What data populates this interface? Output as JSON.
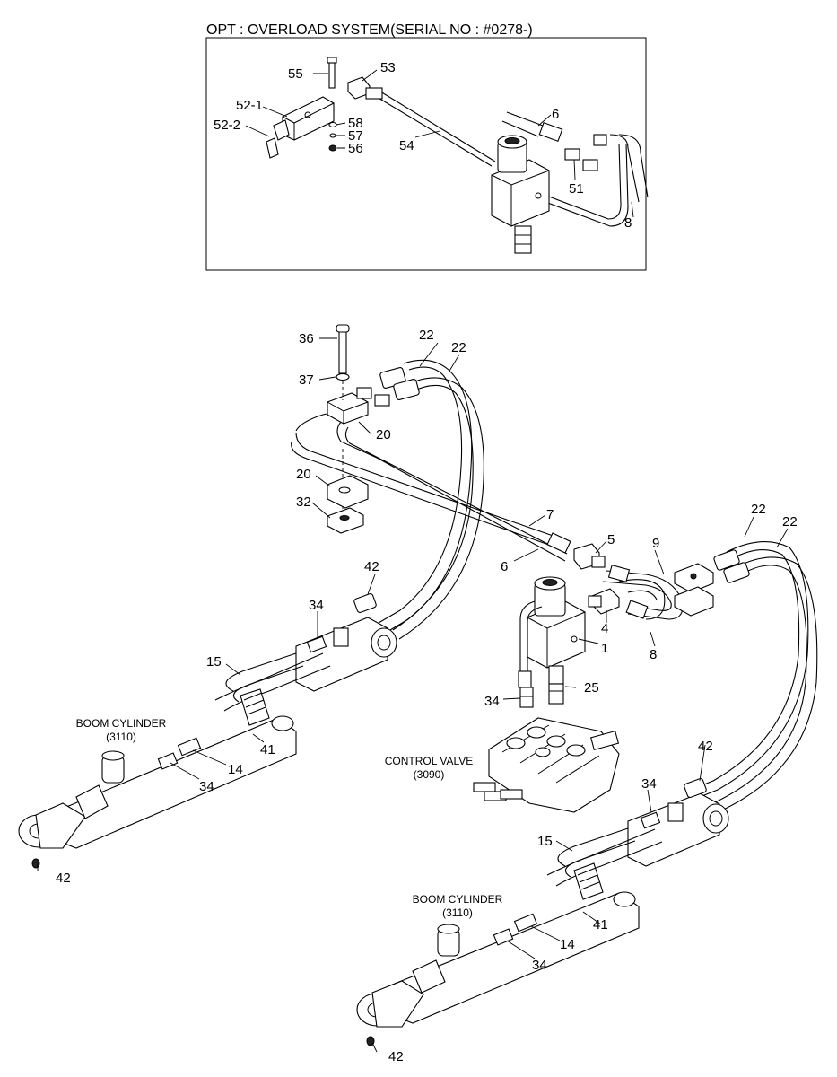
{
  "inset": {
    "title": "OPT : OVERLOAD SYSTEM(SERIAL NO : #0278-)",
    "labels": [
      "55",
      "53",
      "52-1",
      "52-2",
      "58",
      "57",
      "56",
      "54",
      "6",
      "51",
      "8"
    ]
  },
  "main": {
    "labels": [
      "36",
      "37",
      "22",
      "22",
      "20",
      "20",
      "32",
      "7",
      "5",
      "6",
      "9",
      "22",
      "22",
      "42",
      "34",
      "15",
      "4",
      "1",
      "8",
      "25",
      "34",
      "41",
      "14",
      "34",
      "42",
      "42",
      "34",
      "15",
      "41",
      "14",
      "34",
      "42"
    ]
  },
  "captions": {
    "boom_cylinder_left": "BOOM CYLINDER",
    "boom_cylinder_left_code": "(3110)",
    "control_valve": "CONTROL VALVE",
    "control_valve_code": "(3090)",
    "boom_cylinder_right": "BOOM CYLINDER",
    "boom_cylinder_right_code": "(3110)"
  }
}
